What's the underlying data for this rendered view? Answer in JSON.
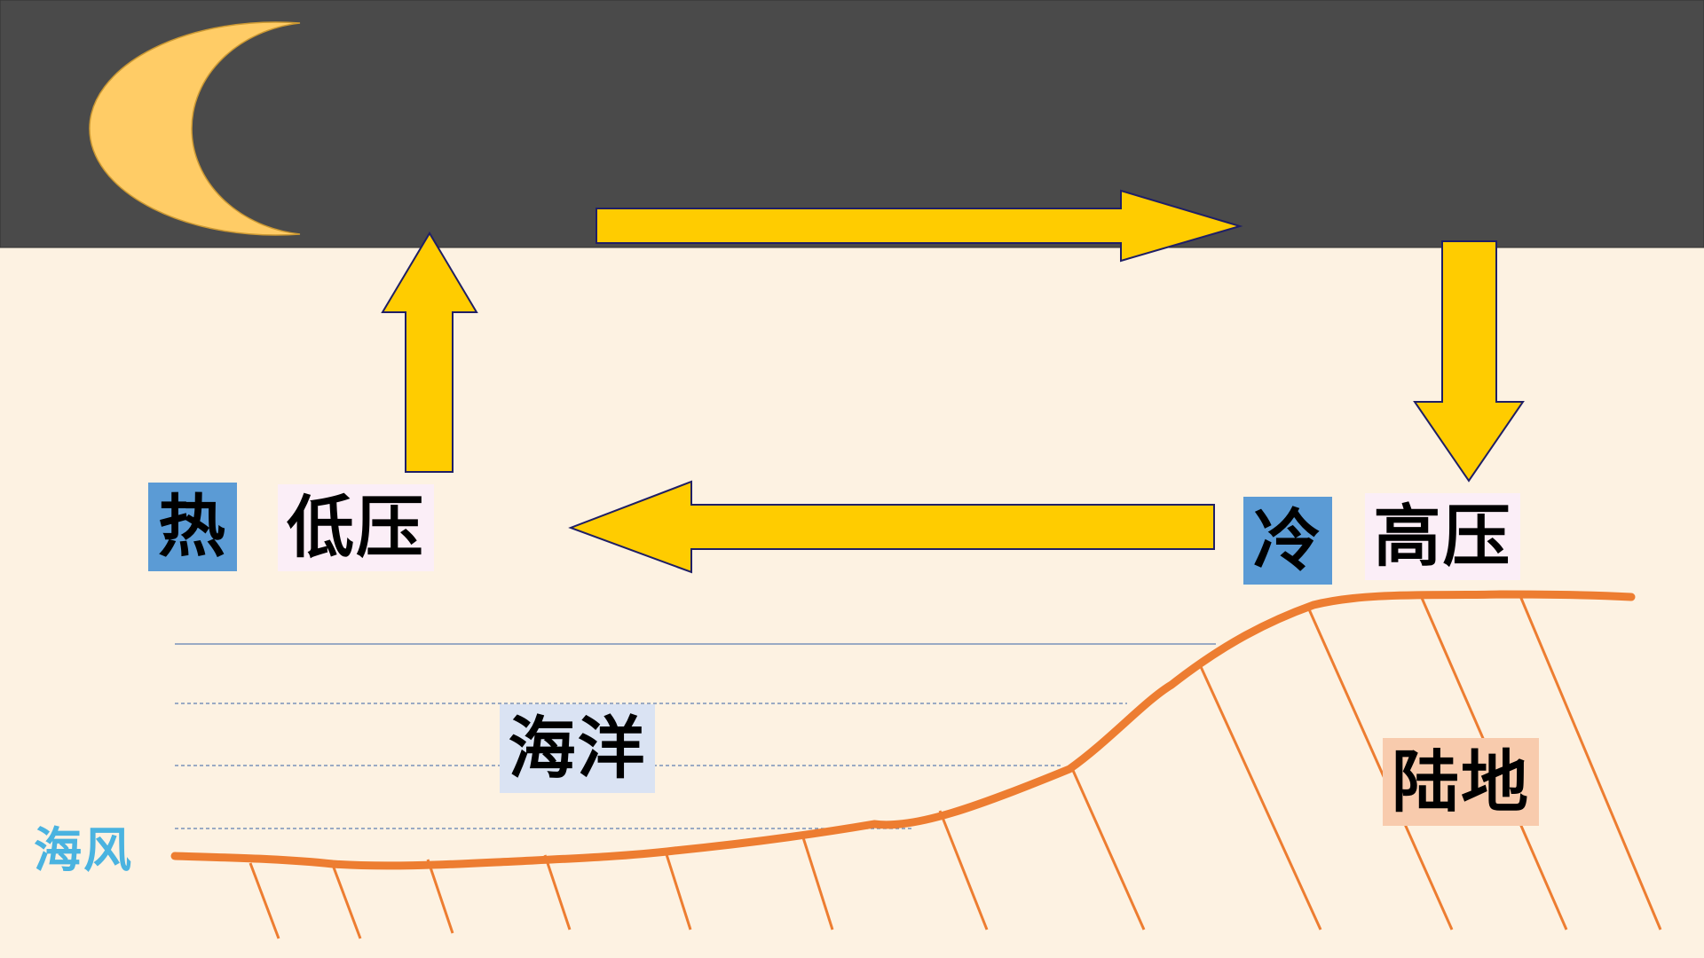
{
  "labels": {
    "hot": "热",
    "low_pressure": "低压",
    "cold": "冷",
    "high_pressure": "高压",
    "ocean": "海洋",
    "land": "陆地",
    "sea_breeze": "海风"
  },
  "colors": {
    "night_sky": "#4a4a4a",
    "ground": "#fdf2e2",
    "moon": "#ffcc66",
    "arrow_fill": "#ffcc00",
    "arrow_outline": "#1f1f66",
    "coastline": "#ed7d31",
    "water_lines": "#5f7fb2",
    "temperature_box": "#5b9bd5",
    "pressure_box": "#fbeef7",
    "ocean_box": "#dae3f3",
    "land_box": "#f8cbad",
    "sea_breeze_text": "#4ab3e0"
  },
  "icons": {
    "moon": "crescent-moon-icon",
    "circulation": "arrow-icon"
  }
}
